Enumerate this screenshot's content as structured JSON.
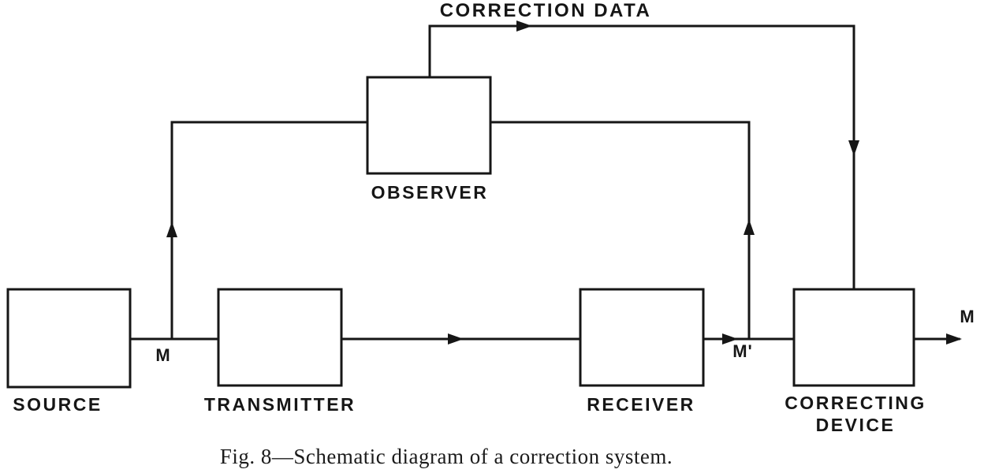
{
  "labels": {
    "source": "SOURCE",
    "transmitter": "TRANSMITTER",
    "observer": "OBSERVER",
    "receiver": "RECEIVER",
    "correcting_device_line1": "CORRECTING",
    "correcting_device_line2": "DEVICE",
    "correction_data": "CORRECTION DATA",
    "message": "M",
    "received_message": "M'",
    "output_message": "M"
  },
  "caption": "Fig. 8—Schematic diagram of a correction system.",
  "colors": {
    "line": "#161616",
    "background": "#ffffff"
  }
}
